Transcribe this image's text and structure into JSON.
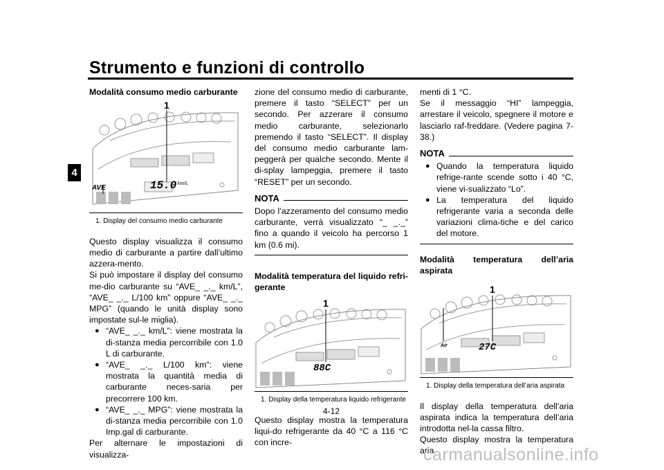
{
  "header": {
    "title": "Strumento e funzioni di controllo",
    "tab": "4"
  },
  "col1": {
    "heading": "Modalità consumo medio carburante",
    "callout": "1",
    "lcd": {
      "left_label": "AVE",
      "main": "15.0",
      "unit": "km/L"
    },
    "caption_num": "1.",
    "caption": "Display del consumo medio carburante",
    "p1": "Questo display visualizza il consumo medio di carburante a partire dall’ultimo azzera-mento.",
    "p2": "Si può impostare il display del consumo me-dio carburante su “AVE_ _._ km/L”, “AVE_ _._ L/100 km” oppure “AVE_ _._ MPG” (quando le unità display sono impostate sul-le miglia).",
    "bullets": [
      "“AVE_ _._ km/L”: viene mostrata la di-stanza media percorribile con 1.0 L di carburante.",
      "“AVE_ _._ L/100 km”: viene mostrata la quantità media di carburante neces-saria per precorrere 100 km.",
      "“AVE_ _._ MPG”: viene mostrata la di-stanza media percorribile con 1.0 Imp.gal di carburante."
    ],
    "p3": "Per alternare le impostazioni di visualizza-"
  },
  "col2": {
    "p1": "zione del consumo medio di carburante, premere il tasto “SELECT” per un secondo. Per azzerare il consumo medio carburante, selezionarlo premendo il tasto “SELECT”. Il display del consumo medio carburante lam-peggerà per qualche secondo. Mente il di-splay lampeggia, premere il tasto “RESET” per un secondo.",
    "nota_label": "NOTA",
    "nota_text": "Dopo l’azzeramento del consumo medio carburante, verrà visualizzato “_ _._” fino a quando il veicolo ha percorso 1 km (0.6 mi).",
    "heading": "Modalità temperatura del liquido refri-gerante",
    "callout": "1",
    "lcd": {
      "main": "88C"
    },
    "caption_num": "1.",
    "caption": "Display della temperatura liquido refrigerante",
    "p2": "Questo display mostra la temperatura liqui-do refrigerante da 40 °C a 116 °C con incre-"
  },
  "col3": {
    "p1": "menti di 1 °C.",
    "p2": "Se il messaggio “HI” lampeggia, arrestare il veicolo, spegnere il motore e lasciarlo raf-freddare. (Vedere pagina 7-38.)",
    "nota_label": "NOTA",
    "bullets": [
      "Quando la temperatura liquido refrige-rante scende sotto i 40 °C, viene vi-sualizzato “Lo”.",
      "La temperatura del liquido refrigerante varia a seconda delle variazioni clima-tiche e del carico del motore."
    ],
    "heading": "Modalità temperatura dell’aria aspirata",
    "callout": "1",
    "lcd": {
      "left_label": "Air",
      "main": "27C"
    },
    "caption_num": "1.",
    "caption": "Display della temperatura dell’aria aspirata",
    "p3": "Il display della temperatura dell’aria aspirata indica la temperatura dell’aria introdotta nel-la cassa filtro.",
    "p4": "Questo display mostra la temperatura aria"
  },
  "footer": {
    "page": "4-12",
    "watermark": "carmanualsonline.info"
  }
}
